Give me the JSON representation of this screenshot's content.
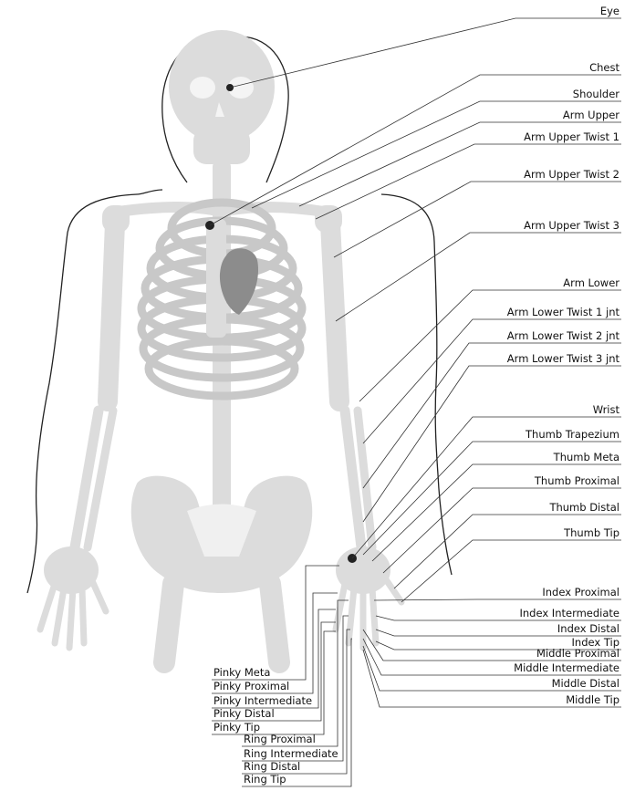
{
  "labels": {
    "eye": "Eye",
    "chest": "Chest",
    "shoulder": "Shoulder",
    "arm_upper": "Arm Upper",
    "arm_upper_twist_1": "Arm Upper Twist 1",
    "arm_upper_twist_2": "Arm Upper Twist 2",
    "arm_upper_twist_3": "Arm Upper Twist 3",
    "arm_lower": "Arm Lower",
    "arm_lower_twist_1": "Arm Lower Twist 1 jnt",
    "arm_lower_twist_2": "Arm Lower Twist 2 jnt",
    "arm_lower_twist_3": "Arm Lower Twist 3 jnt",
    "wrist": "Wrist",
    "thumb_trapezium": "Thumb Trapezium",
    "thumb_meta": "Thumb Meta",
    "thumb_proximal": "Thumb Proximal",
    "thumb_distal": "Thumb Distal",
    "thumb_tip": "Thumb Tip",
    "index_proximal": "Index Proximal",
    "index_intermediate": "Index Intermediate",
    "index_distal": "Index Distal",
    "index_tip": "Index Tip",
    "middle_proximal": "Middle Proximal",
    "middle_intermediate": "Middle Intermediate",
    "middle_distal": "Middle Distal",
    "middle_tip": "Middle Tip",
    "pinky_meta": "Pinky Meta",
    "pinky_proximal": "Pinky Proximal",
    "pinky_intermediate": "Pinky Intermediate",
    "pinky_distal": "Pinky Distal",
    "pinky_tip": "Pinky Tip",
    "ring_proximal": "Ring Proximal",
    "ring_intermediate": "Ring Intermediate",
    "ring_distal": "Ring Distal",
    "ring_tip": "Ring Tip"
  },
  "colors": {
    "bone": "#dcdcdc",
    "heart": "#8c8c8c",
    "outline": "#222222",
    "text": "#111111"
  }
}
